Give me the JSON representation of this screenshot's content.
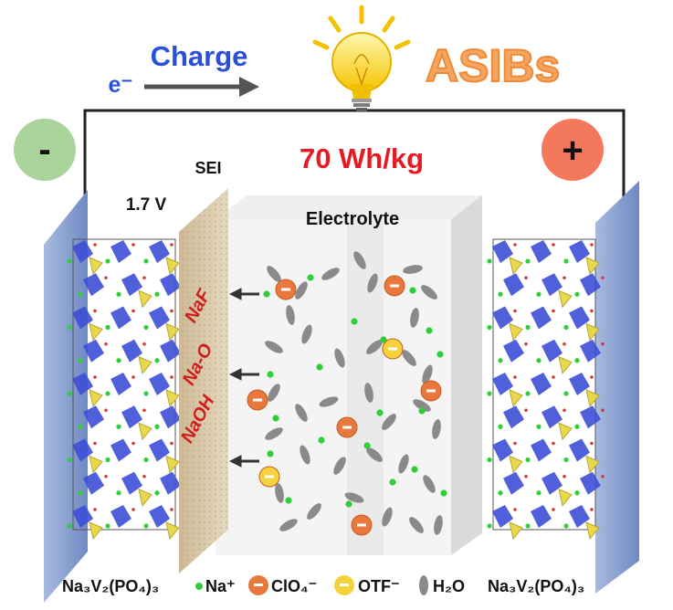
{
  "header": {
    "charge_label": "Charge",
    "electron_label": "e⁻",
    "system_name": "ASIBs",
    "energy_density": "70 Wh/kg"
  },
  "terminals": {
    "negative_symbol": "-",
    "positive_symbol": "+"
  },
  "cell": {
    "voltage": "1.7 V",
    "sei_label": "SEI",
    "electrolyte_label": "Electrolyte",
    "sei_species": [
      "NaF",
      "Na-O",
      "NaOH"
    ]
  },
  "legend": {
    "anode_material": "Na₃V₂(PO₄)₃",
    "sodium_ion": "Na⁺",
    "perchlorate": "ClO₄⁻",
    "triflate": "OTF⁻",
    "water": "H₂O",
    "cathode_material": "Na₃V₂(PO₄)₃"
  },
  "colors": {
    "charge_text": "#2a4fd8",
    "system_fill": "#f6a560",
    "energy_text": "#e41b23",
    "negative_circle": "#a9d39a",
    "positive_circle": "#f4795c",
    "sei_species_text": "#d01d1d",
    "electrode_plate": "#8fa6d6",
    "sei_layer": "#d8c6a8",
    "sodium_ion": "#2fcf3a",
    "perchlorate": "#e9783d",
    "triflate": "#f4d23b",
    "water": "#8a8a8a"
  },
  "icons": [
    "light-bulb-icon",
    "arrow-right-icon"
  ]
}
